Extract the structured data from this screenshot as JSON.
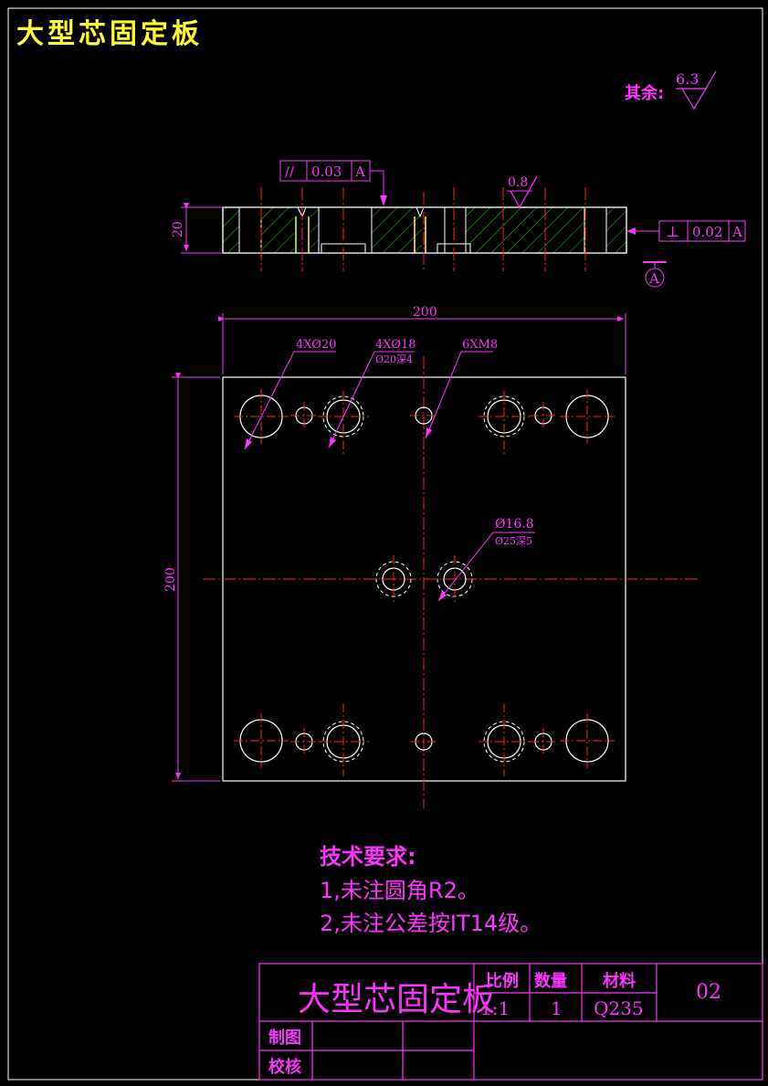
{
  "drawing": {
    "title": "大型芯固定板",
    "roughness": {
      "label": "其余:",
      "value": "6.3"
    },
    "section": {
      "thickness": "20",
      "parallelism": {
        "symbol": "//",
        "tolerance": "0.03",
        "datum": "A"
      },
      "perpendicularity": {
        "symbol": "⊥",
        "tolerance": "0.02",
        "datum": "A"
      },
      "surface_roughness": "0.8",
      "datum_label": "A"
    },
    "plan": {
      "width_dim": "200",
      "height_dim": "200",
      "callout_1": "4XØ20",
      "callout_2": "4XØ18",
      "callout_2_sub": "Ø20深4",
      "callout_3": "6XM8",
      "callout_4": "Ø16.8",
      "callout_4_sub": "Ø25深5"
    },
    "notes": {
      "heading": "技术要求:",
      "line1": "1,未注圆角R2。",
      "line2": "2,未注公差按IT14级。"
    },
    "title_block": {
      "part_name": "大型芯固定板",
      "scale_label": "比例",
      "qty_label": "数量",
      "material_label": "材料",
      "scale": "1:1",
      "qty": "1",
      "material": "Q235",
      "drawing_no": "02",
      "drawn_by_label": "制图",
      "checked_by_label": "校核"
    }
  }
}
